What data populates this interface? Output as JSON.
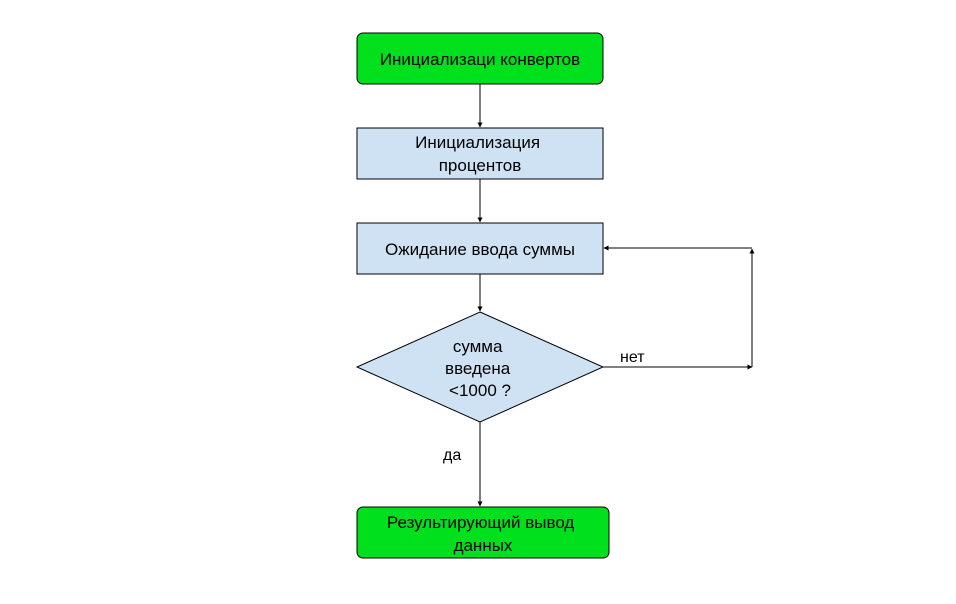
{
  "nodes": {
    "init_envelopes": {
      "label_lines": [
        "Инициализаци конвертов"
      ],
      "color": "#00e01c"
    },
    "init_percents": {
      "label_lines": [
        "Инициализация",
        "процентов"
      ],
      "color": "#cfe2f3"
    },
    "wait_input": {
      "label_lines": [
        "Ожидание ввода суммы"
      ],
      "color": "#cfe2f3"
    },
    "decision": {
      "label_lines": [
        "сумма",
        "введена",
        "<1000 ?"
      ],
      "color": "#cfe2f3"
    },
    "output": {
      "label_lines": [
        "Результирующий вывод",
        "данных"
      ],
      "color": "#00e01c"
    }
  },
  "edges": {
    "no_label": "нет",
    "yes_label": "да"
  },
  "colors": {
    "stroke": "#000000",
    "background": "#ffffff"
  }
}
